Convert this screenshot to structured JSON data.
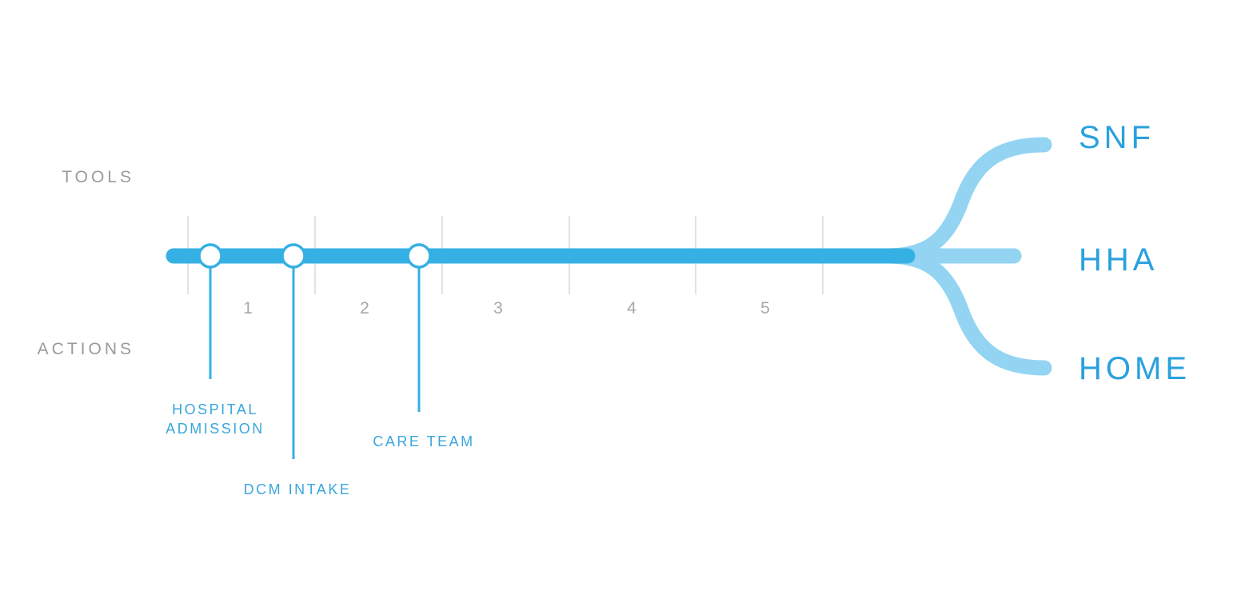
{
  "rows": {
    "tools": "TOOLS",
    "actions": "ACTIONS"
  },
  "days": [
    "1",
    "2",
    "3",
    "4",
    "5"
  ],
  "events": [
    {
      "id": "hospital-admission",
      "lines": [
        "HOSPITAL",
        "ADMISSION"
      ]
    },
    {
      "id": "dcm-intake",
      "lines": [
        "DCM INTAKE"
      ]
    },
    {
      "id": "care-team",
      "lines": [
        "CARE TEAM"
      ]
    }
  ],
  "outcomes": [
    "SNF",
    "HHA",
    "HOME"
  ],
  "colors": {
    "main_line": "#35b0e4",
    "branch_line": "#8dd2f1",
    "text_blue": "#2aa1dd",
    "grid": "#cfcfcf",
    "label_gray": "#9a9a9a"
  }
}
